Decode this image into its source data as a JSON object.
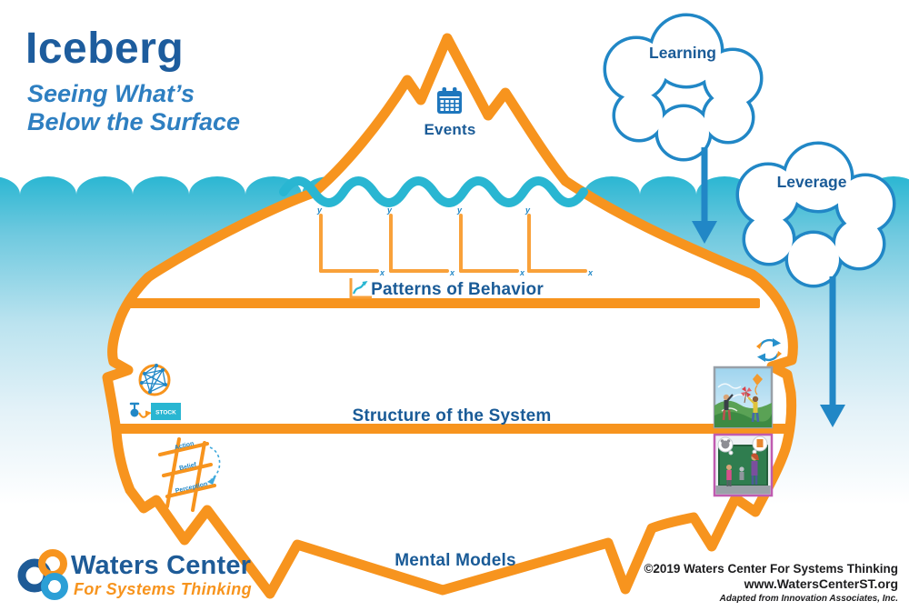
{
  "poster": {
    "title": "Iceberg",
    "subtitle_line1": "Seeing What’s",
    "subtitle_line2": "Below the Surface"
  },
  "levels": {
    "events": {
      "label": "Events",
      "icon": "calendar-icon"
    },
    "patterns_of_behavior": {
      "label": "Patterns of Behavior",
      "icon": "line-graph-icon",
      "graph_axis_y": "y",
      "graph_axis_x": "x"
    },
    "structure_of_the_system": {
      "label": "Structure of the System",
      "stock_box_label": "STOCK",
      "icons": [
        "network-icon",
        "stock-flow-icon",
        "feedback-loop-icon"
      ]
    },
    "mental_models": {
      "label": "Mental Models",
      "ladder_rungs": [
        "Action",
        "Belief",
        "Perception"
      ]
    }
  },
  "clouds": {
    "learning": {
      "label": "Learning"
    },
    "leverage": {
      "label": "Leverage"
    }
  },
  "logo": {
    "name": "Waters Center",
    "tagline": "For Systems Thinking"
  },
  "footer": {
    "copyright": "©2019 Waters Center For Systems Thinking",
    "website": "www.WatersCenterST.org",
    "attribution": "Adapted from Innovation Associates, Inc."
  },
  "colors": {
    "orange": "#F7941E",
    "teal": "#29B6D2",
    "dark_blue": "#1B5B97",
    "medium_blue": "#2E7FC1",
    "cloud_blue": "#2187C6"
  }
}
